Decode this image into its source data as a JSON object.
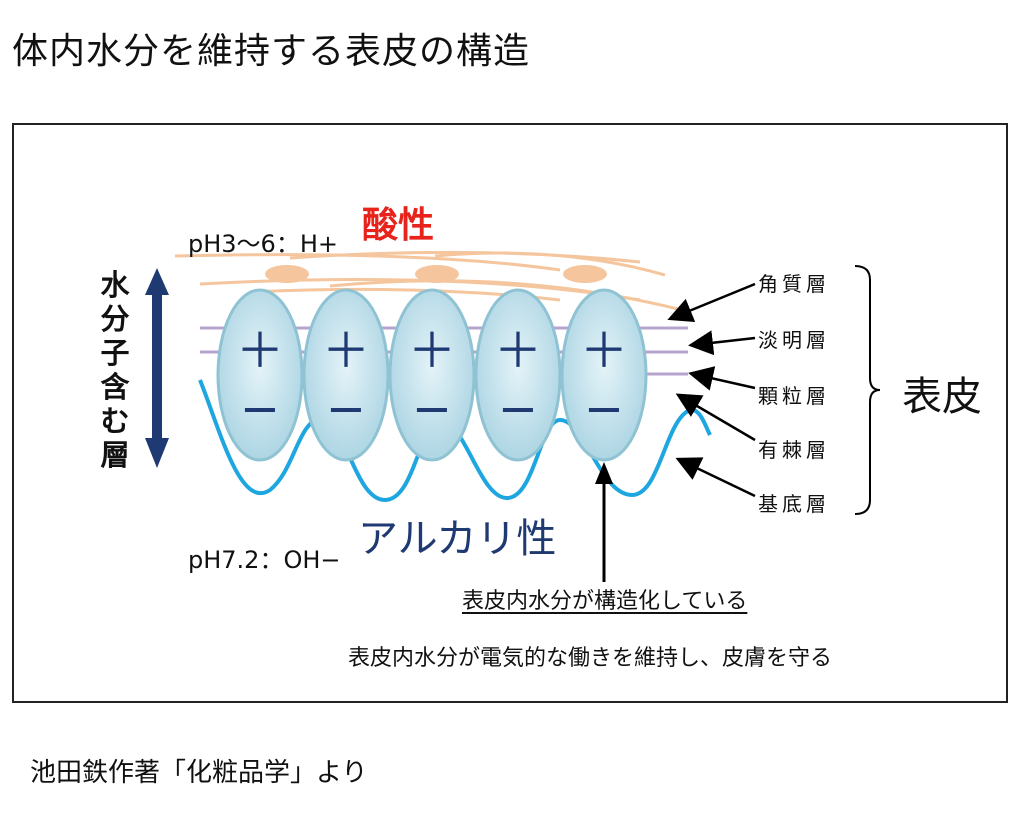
{
  "title": "体内水分を維持する表皮の構造",
  "diagram": {
    "acid_label": "酸性",
    "acid_ph": "pH3〜6：H+",
    "alkaline_label": "アルカリ性",
    "alkaline_ph": "pH7.2：OH−",
    "water_layer_label": "水分子含む層",
    "cell_plus": "＋",
    "cell_minus": "−",
    "layers": [
      "角質層",
      "淡明層",
      "顆粒層",
      "有棘層",
      "基底層"
    ],
    "epidermis_label": "表皮",
    "structured_water_note": "表皮内水分が構造化している",
    "maintain_note": "表皮内水分が電気的な働きを維持し、皮膚を守る",
    "colors": {
      "acid": "#e8231b",
      "alkaline": "#1f3a73",
      "stratum_corneum": "#f5c69e",
      "cell_fill": "#bfe0ea",
      "cell_edge": "#8fc3d4",
      "basal_wave": "#1ea6e0",
      "granular_line": "#b6a4cf"
    }
  },
  "source": "池田鉄作著「化粧品学」より"
}
